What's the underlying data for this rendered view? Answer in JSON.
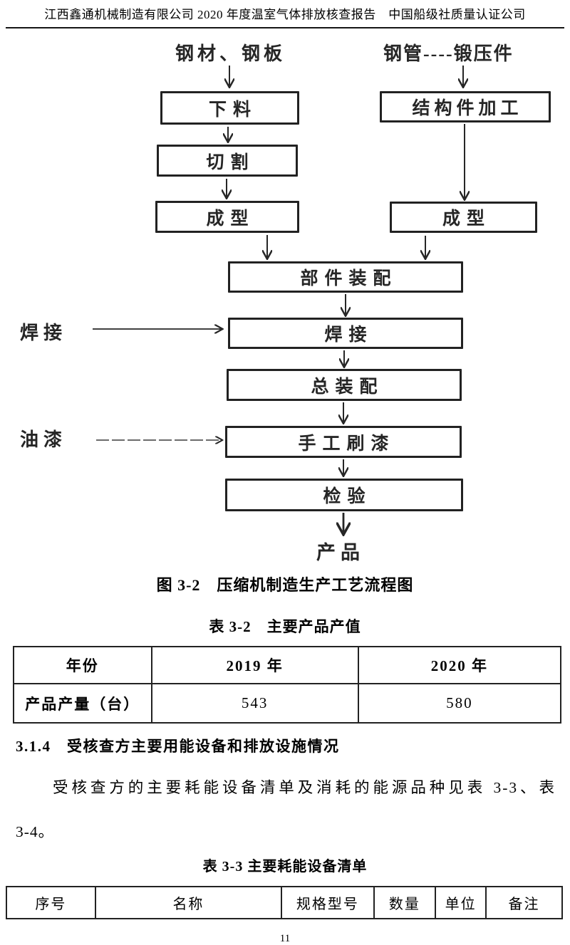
{
  "page": {
    "header": "江西鑫通机械制造有限公司 2020 年度温室气体排放核查报告　中国船级社质量认证公司",
    "page_number": "11"
  },
  "flowchart": {
    "input_left": "钢材、钢板",
    "input_right": "钢管----锻压件",
    "box_blanking": "下料",
    "box_cutting": "切割",
    "box_forming_left": "成型",
    "box_structural_processing": "结构件加工",
    "box_forming_right": "成型",
    "box_parts_assembly": "部件装配",
    "box_welding": "焊接",
    "box_final_assembly": "总装配",
    "box_hand_painting": "手工刷漆",
    "box_inspection": "检验",
    "side_label_welding": "焊接",
    "side_label_paint": "油漆",
    "output_label": "产品"
  },
  "figure_caption": "图 3-2　压缩机制造生产工艺流程图",
  "table_3_2": {
    "caption": "表 3-2　主要产品产值",
    "header_row": [
      "年份",
      "2019 年",
      "2020 年"
    ],
    "data_row": [
      "产品产量（台）",
      "543",
      "580"
    ]
  },
  "section_3_1_4": {
    "heading": "3.1.4　受核查方主要用能设备和排放设施情况",
    "para_line1": "受核查方的主要耗能设备清单及消耗的能源品种见表 3-3、表",
    "para_line2": "3-4。"
  },
  "table_3_3": {
    "caption": "表 3-3 主要耗能设备清单",
    "headers": [
      "序号",
      "名称",
      "规格型号",
      "数量",
      "单位",
      "备注"
    ]
  }
}
